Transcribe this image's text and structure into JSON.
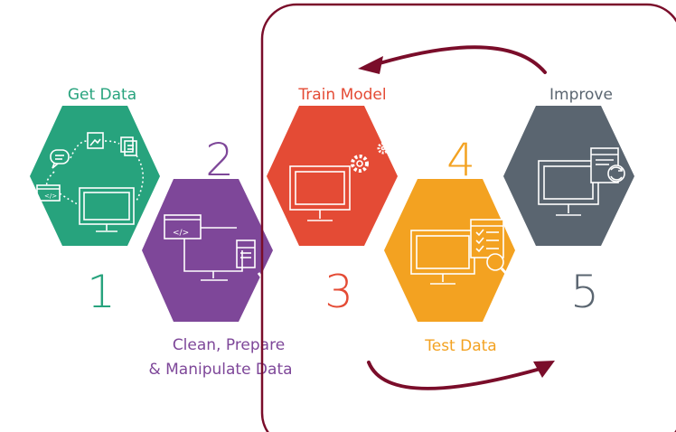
{
  "steps": [
    {
      "number": "1",
      "label": "Get Data",
      "color": "#27a37d",
      "icon": "monitor-with-data-sources-icon"
    },
    {
      "number": "2",
      "label_line1": "Clean, Prepare",
      "label_line2": "& Manipulate Data",
      "color": "#7e4799",
      "icon": "monitor-with-code-window-icon"
    },
    {
      "number": "3",
      "label": "Train Model",
      "color": "#e44b35",
      "icon": "monitor-with-gears-icon"
    },
    {
      "number": "4",
      "label": "Test Data",
      "color": "#f3a221",
      "icon": "monitor-with-checklist-icon"
    },
    {
      "number": "5",
      "label": "Improve",
      "color": "#5a6570",
      "icon": "monitor-with-refresh-icon"
    }
  ],
  "colors": {
    "loop_frame": "#7a0d2a",
    "arrow": "#7a0d2a",
    "icon_stroke": "#ffffff"
  }
}
